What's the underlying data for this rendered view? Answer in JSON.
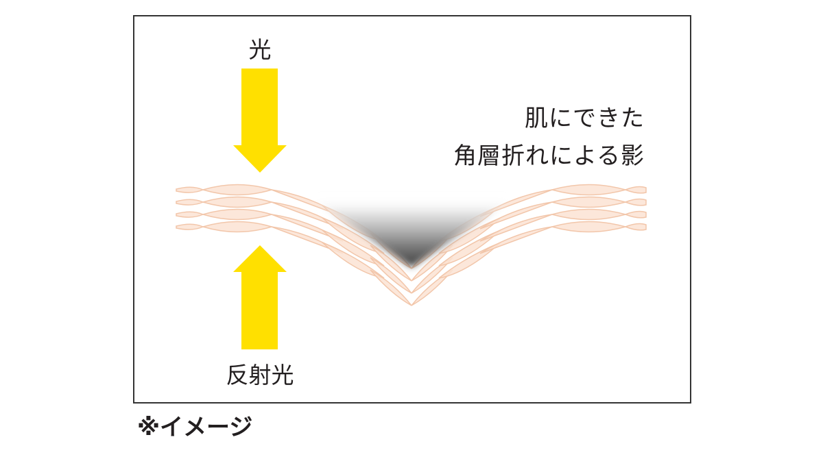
{
  "diagram": {
    "labels": {
      "incoming_light": "光",
      "reflected_light": "反射光",
      "shadow_description_line1": "肌にできた",
      "shadow_description_line2": "角層折れによる影"
    },
    "footnote": "※イメージ",
    "colors": {
      "frame_border": "#333333",
      "arrow": "#ffe000",
      "skin_layer_fill": "#fbe3d3",
      "skin_layer_stroke": "#f2c6aa",
      "shadow": "#4a4a4a",
      "text": "#231f20"
    },
    "elements": {
      "down_arrow": "light-arrow-down",
      "up_arrow": "reflected-light-arrow-up",
      "skin_layers": "stratum-corneum-layers",
      "shadow": "fold-shadow-gradient"
    }
  }
}
